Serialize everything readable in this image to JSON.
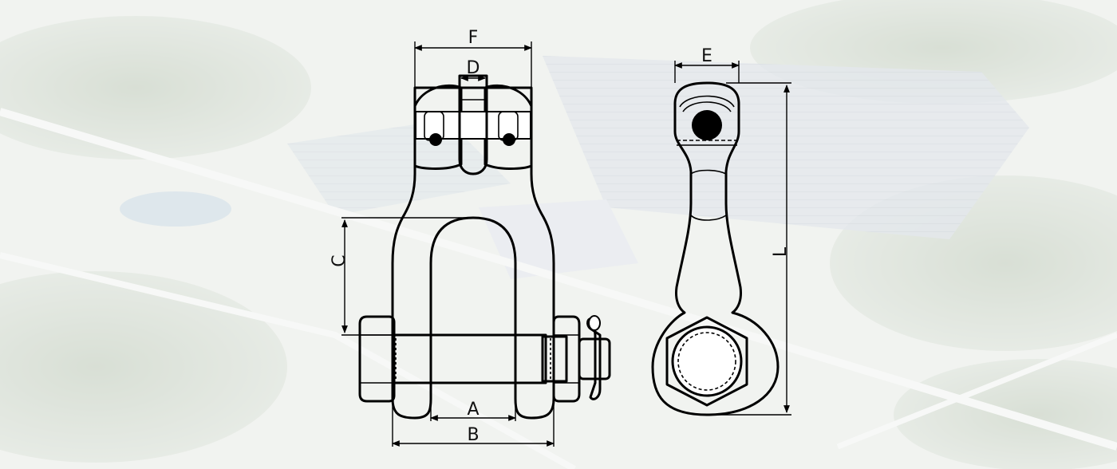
{
  "dimension_labels": {
    "a": "A",
    "b": "B",
    "c": "C",
    "d": "D",
    "e": "E",
    "f": "F",
    "l": "L"
  },
  "colors": {
    "line": "#000000",
    "background_tint": "#e6ebe6",
    "wash": "#ffffff"
  }
}
